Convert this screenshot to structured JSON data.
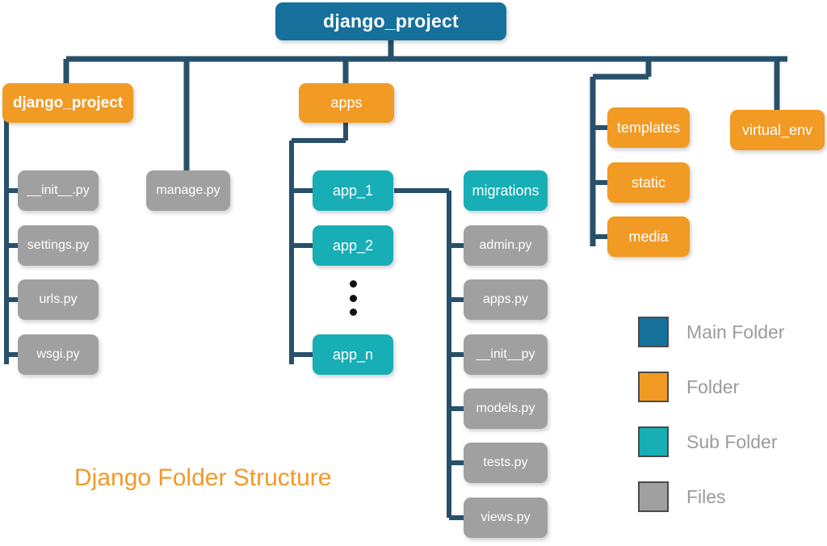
{
  "diagram": {
    "title": "Django Folder Structure",
    "colors": {
      "main_folder": "#16709c",
      "folder": "#f19a24",
      "sub_folder": "#17aeb6",
      "files": "#a0a0a0",
      "connector": "#28506b",
      "title_text": "#f2992a",
      "legend_text": "#9b9b9b",
      "background": "#ffffff"
    },
    "root": {
      "label": "django_project",
      "type": "main_folder"
    },
    "level1": [
      {
        "label": "django_project",
        "type": "folder"
      },
      {
        "label": "manage.py",
        "type": "file"
      },
      {
        "label": "apps",
        "type": "folder"
      },
      {
        "label": "templates",
        "type": "folder"
      },
      {
        "label": "static",
        "type": "folder"
      },
      {
        "label": "media",
        "type": "folder"
      },
      {
        "label": "virtual_env",
        "type": "folder"
      }
    ],
    "project_files": [
      {
        "label": "__init__.py",
        "type": "file"
      },
      {
        "label": "settings.py",
        "type": "file"
      },
      {
        "label": "urls.py",
        "type": "file"
      },
      {
        "label": "wsgi.py",
        "type": "file"
      }
    ],
    "apps_children": [
      {
        "label": "app_1",
        "type": "sub_folder"
      },
      {
        "label": "app_2",
        "type": "sub_folder"
      },
      {
        "label": "app_n",
        "type": "sub_folder"
      }
    ],
    "apps_ellipsis": "vertical-ellipsis",
    "app_contents": [
      {
        "label": "migrations",
        "type": "sub_folder"
      },
      {
        "label": "admin.py",
        "type": "file"
      },
      {
        "label": "apps.py",
        "type": "file"
      },
      {
        "label": "__init__py",
        "type": "file"
      },
      {
        "label": "models.py",
        "type": "file"
      },
      {
        "label": "tests.py",
        "type": "file"
      },
      {
        "label": "views.py",
        "type": "file"
      }
    ],
    "legend": [
      {
        "label": "Main Folder",
        "color": "#16709c"
      },
      {
        "label": "Folder",
        "color": "#f19a24"
      },
      {
        "label": "Sub Folder",
        "color": "#17aeb6"
      },
      {
        "label": "Files",
        "color": "#a0a0a0"
      }
    ]
  }
}
